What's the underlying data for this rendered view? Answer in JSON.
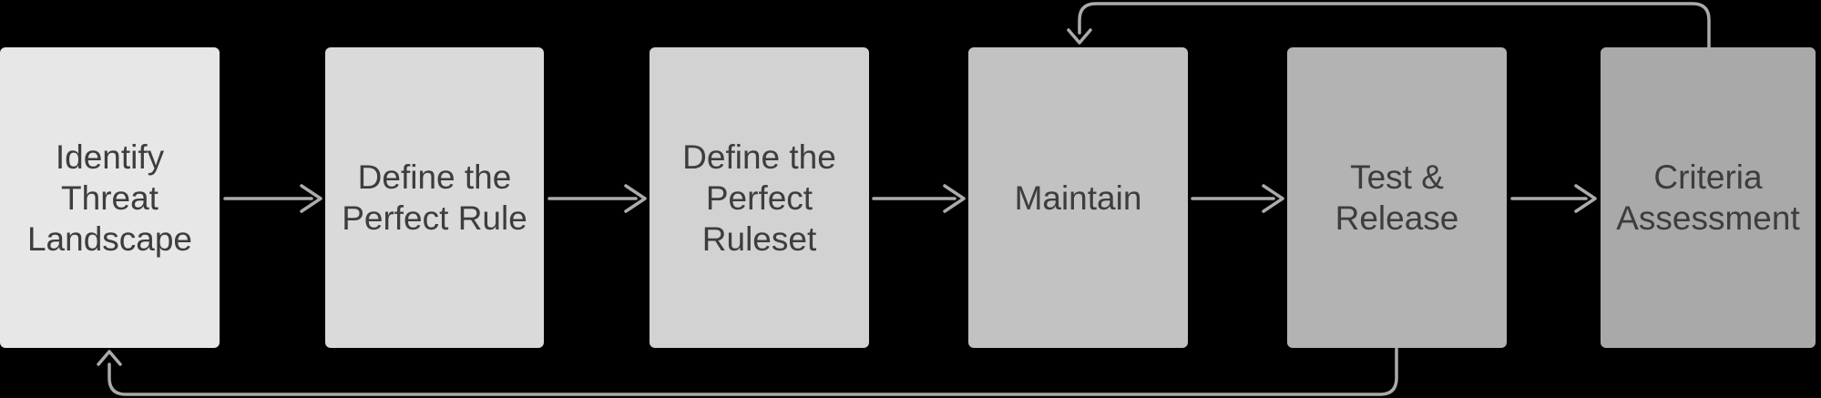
{
  "diagram": {
    "type": "flowchart",
    "steps": [
      {
        "id": "identify-threat-landscape",
        "label": "Identify\nThreat\nLandscape",
        "fill": "#e7e7e7"
      },
      {
        "id": "define-the-perfect-rule",
        "label": "Define the\nPerfect Rule",
        "fill": "#dadada"
      },
      {
        "id": "define-the-perfect-ruleset",
        "label": "Define the\nPerfect\nRuleset",
        "fill": "#d2d2d2"
      },
      {
        "id": "maintain",
        "label": "Maintain",
        "fill": "#c2c2c2"
      },
      {
        "id": "test-release",
        "label": "Test &\nRelease",
        "fill": "#b3b3b3"
      },
      {
        "id": "criteria-assessment",
        "label": "Criteria\nAssessment",
        "fill": "#a9a9a9"
      }
    ],
    "connections": [
      {
        "from": "Identify Threat Landscape",
        "to": "Define the Perfect Rule",
        "type": "forward"
      },
      {
        "from": "Define the Perfect Rule",
        "to": "Define the Perfect Ruleset",
        "type": "forward"
      },
      {
        "from": "Define the Perfect Ruleset",
        "to": "Maintain",
        "type": "forward"
      },
      {
        "from": "Maintain",
        "to": "Test & Release",
        "type": "forward"
      },
      {
        "from": "Test & Release",
        "to": "Criteria Assessment",
        "type": "forward"
      },
      {
        "from": "Criteria Assessment",
        "to": "Maintain",
        "type": "feedback-loop-top"
      },
      {
        "from": "Test & Release",
        "to": "Identify Threat Landscape",
        "type": "feedback-loop-bottom"
      }
    ]
  },
  "colors": {
    "background": "#000000",
    "connector": "#ababab",
    "text": "#3d3d3d"
  }
}
